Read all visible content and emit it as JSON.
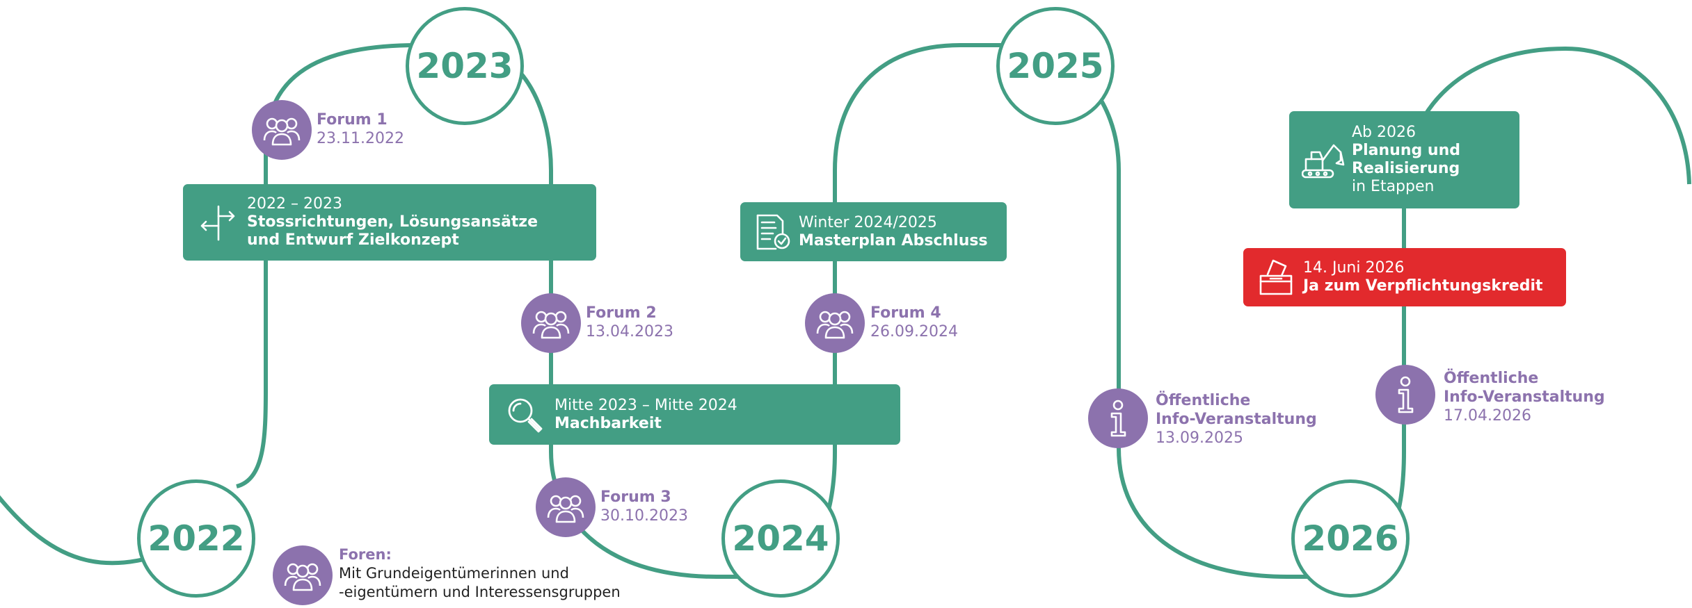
{
  "colors": {
    "green": "#439e84",
    "purple": "#8c72ad",
    "red": "#e22a2d"
  },
  "years": {
    "y2022": "2022",
    "y2023": "2023",
    "y2024": "2024",
    "y2025": "2025",
    "y2026": "2026"
  },
  "forums": {
    "f1": {
      "title": "Forum 1",
      "date": "23.11.2022"
    },
    "f2": {
      "title": "Forum 2",
      "date": "13.04.2023"
    },
    "f3": {
      "title": "Forum 3",
      "date": "30.10.2023"
    },
    "f4": {
      "title": "Forum 4",
      "date": "26.09.2024"
    }
  },
  "info_events": {
    "i1": {
      "line1": "Öffentliche",
      "line2": "Info-Veranstaltung",
      "date": "13.09.2025"
    },
    "i2": {
      "line1": "Öffentliche",
      "line2": "Info-Veranstaltung",
      "date": "17.04.2026"
    }
  },
  "phases": {
    "p1": {
      "period": "2022 – 2023",
      "line1": "Stossrichtungen, Lösungsansätze",
      "line2": "und Entwurf Zielkonzept",
      "icon": "signpost-icon"
    },
    "p2": {
      "period": "Mitte 2023 – Mitte 2024",
      "line1": "Machbarkeit",
      "icon": "magnifier-icon"
    },
    "p3": {
      "period": "Winter 2024/2025",
      "line1": "Masterplan Abschluss",
      "icon": "document-check-icon"
    },
    "p4": {
      "period": "Ab 2026",
      "line1": "Planung und",
      "line2": "Realisierung",
      "line3": "in Etappen",
      "icon": "excavator-icon"
    },
    "p5": {
      "period": "14. Juni 2026",
      "line1": "Ja zum Verpflichtungskredit",
      "icon": "ballot-box-icon"
    }
  },
  "legend": {
    "title": "Foren:",
    "line1": "Mit Grundeigentümerinnen und",
    "line2": "-eigentümern und Interessensgruppen",
    "icon": "people-group-icon"
  }
}
